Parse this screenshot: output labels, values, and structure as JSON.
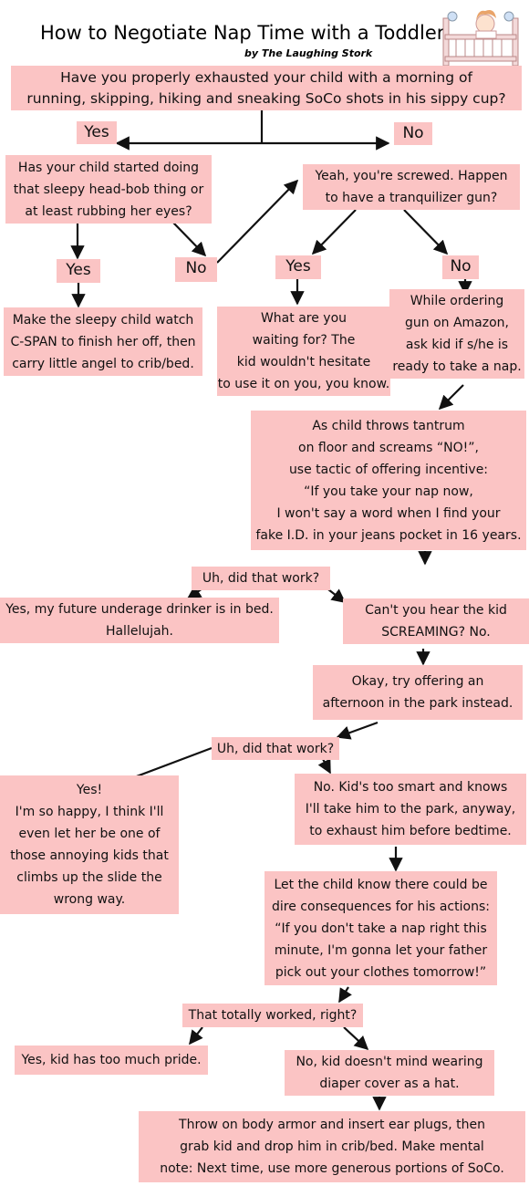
{
  "title": "How to Negotiate Nap Time with a Toddler",
  "byline": "by The Laughing Stork",
  "colors": {
    "box": "#fbc4c4",
    "arrow": "#111111"
  },
  "nodes": {
    "start": "Have you properly exhausted your child with a morning of\nrunning, skipping, hiking and sneaking SoCo shots in his sippy cup?",
    "yes1": "Yes",
    "no1": "No",
    "sleepy_q": "Has your child started doing\nthat sleepy head-bob thing or\nat least rubbing her eyes?",
    "screwed_q": "Yeah, you're screwed.  Happen\nto have a tranquilizer gun?",
    "yes2": "Yes",
    "no2": "No",
    "yes3": "Yes",
    "no3": "No",
    "cspan": "Make the sleepy child watch\nC-SPAN to finish her off, then\ncarry little angel to crib/bed.",
    "waiting": "What are you\nwaiting for?  The\nkid wouldn't hesitate\nto use it on you, you know.",
    "amazon": "While ordering\ngun on Amazon,\nask kid if s/he is\nready to take a nap.",
    "tantrum": "As child throws tantrum\non floor and screams “NO!”,\nuse tactic of offering incentive:\n“If you take your nap now,\nI won't say a word when I find your\nfake I.D. in your jeans pocket in 16 years.",
    "work_q1": "Uh, did that work?",
    "yes_bed": "Yes, my future underage drinker is in bed.\nHallelujah.",
    "screaming": "Can't you hear the kid\nSCREAMING?  No.",
    "park": "Okay, try offering an\nafternoon in the park instead.",
    "work_q2": "Uh, did that work?",
    "happy": "Yes!\nI'm so happy, I think I'll\neven let her be one of\nthose annoying kids that\nclimbs up the slide the\nwrong way.",
    "smart": "No.  Kid's too smart and knows\nI'll take him to the park, anyway,\nto exhaust him before bedtime.",
    "dire": "Let the child know there could be\ndire consequences for his actions:\n“If you don't take a nap right this\nminute, I'm gonna let your father\npick out your clothes tomorrow!”",
    "worked_q": "That totally worked, right?",
    "pride": "Yes, kid has too much pride.",
    "diaper": "No, kid doesn't mind wearing\ndiaper cover as a hat.",
    "armor": "Throw on body armor and insert ear plugs, then\ngrab kid and drop him in crib/bed.  Make mental\nnote:  Next time, use more generous portions of SoCo."
  }
}
